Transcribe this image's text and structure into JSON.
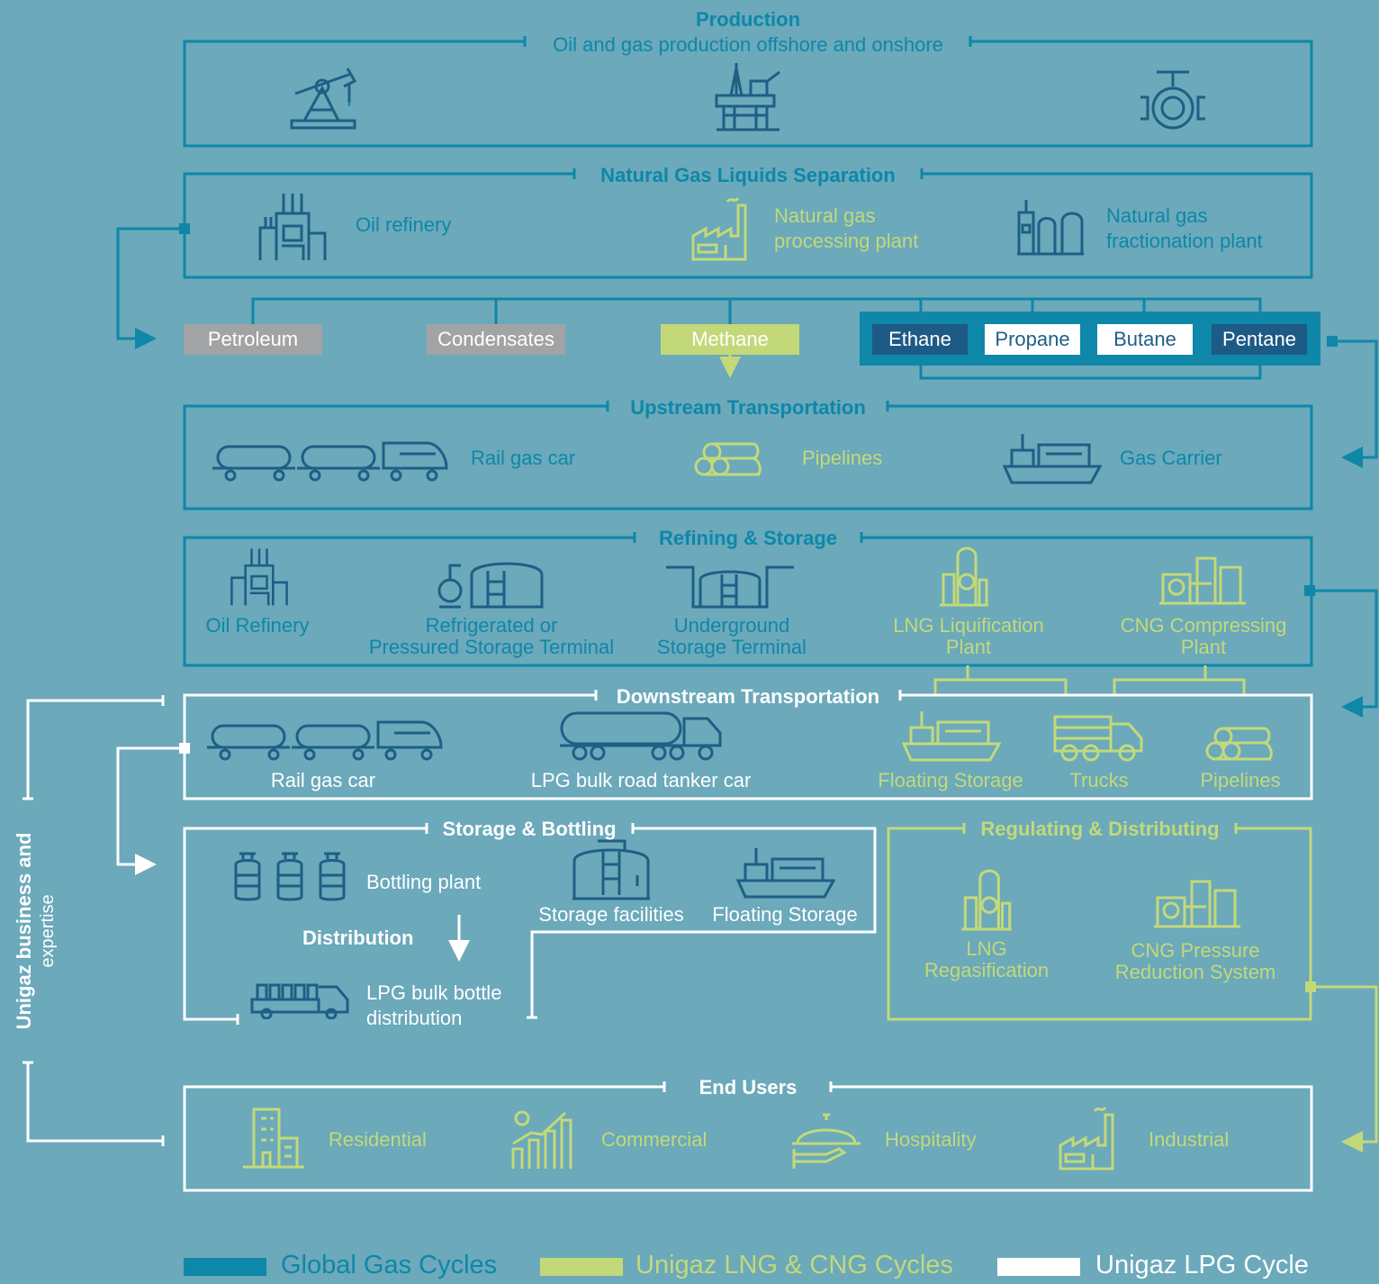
{
  "colors": {
    "background": "#6ba9bb",
    "global": "#0e87a8",
    "lng_cng": "#c3d979",
    "lpg": "#ffffff",
    "icon_dark": "#1e5f86"
  },
  "production": {
    "title": "Production",
    "subtitle": "Oil and gas production offshore and onshore",
    "icons": [
      "oil-pump-icon",
      "offshore-rig-icon",
      "valve-icon"
    ]
  },
  "ngl_separation": {
    "title": "Natural Gas Liquids Separation",
    "items": [
      {
        "label": "Oil refinery",
        "icon": "refinery-icon"
      },
      {
        "label": "Natural gas processing plant",
        "line1": "Natural gas",
        "line2": "processing plant",
        "icon": "factory-icon"
      },
      {
        "label": "Natural gas fractionation plant",
        "line1": "Natural gas",
        "line2": "fractionation plant",
        "icon": "fractionation-plant-icon"
      }
    ]
  },
  "products": {
    "petroleum": "Petroleum",
    "condensates": "Condensates",
    "methane": "Methane",
    "ethane": "Ethane",
    "propane": "Propane",
    "butane": "Butane",
    "pentane": "Pentane"
  },
  "upstream": {
    "title": "Upstream Transportation",
    "rail": "Rail gas car",
    "pipelines": "Pipelines",
    "carrier": "Gas Carrier"
  },
  "refining": {
    "title": "Refining & Storage",
    "oil_refinery": "Oil Refinery",
    "refrigerated_1": "Refrigerated or",
    "refrigerated_2": "Pressured Storage Terminal",
    "underground_1": "Underground",
    "underground_2": "Storage Terminal",
    "lng_1": "LNG Liquification",
    "lng_2": "Plant",
    "cng_1": "CNG Compressing",
    "cng_2": "Plant"
  },
  "downstream": {
    "title": "Downstream Transportation",
    "rail": "Rail gas car",
    "tanker": "LPG bulk road tanker car",
    "floating": "Floating Storage",
    "trucks": "Trucks",
    "pipelines": "Pipelines"
  },
  "storage_bottling": {
    "title": "Storage & Bottling",
    "bottling": "Bottling plant",
    "distribution": "Distribution",
    "bulk_1": "LPG bulk bottle",
    "bulk_2": "distribution",
    "storage_facilities": "Storage facilities",
    "floating": "Floating Storage"
  },
  "regulating": {
    "title": "Regulating & Distributing",
    "lng_1": "LNG",
    "lng_2": "Regasification",
    "cng_1": "CNG Pressure",
    "cng_2": "Reduction System"
  },
  "end_users": {
    "title": "End Users",
    "residential": "Residential",
    "commercial": "Commercial",
    "hospitality": "Hospitality",
    "industrial": "Industrial"
  },
  "side_label": {
    "bold": "Unigaz business and",
    "normal": "expertise"
  },
  "legend": {
    "global": "Global Gas Cycles",
    "lng_cng": "Unigaz LNG & CNG Cycles",
    "lpg": "Unigaz LPG Cycle"
  }
}
